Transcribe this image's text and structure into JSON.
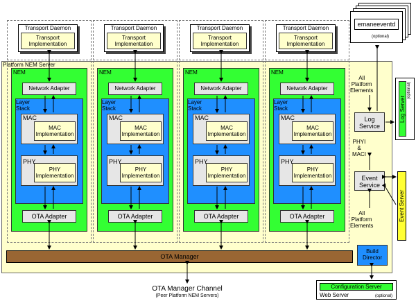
{
  "server": {
    "label": "Platform NEM Server"
  },
  "nems": [
    {
      "transport_title": "Transport Daemon",
      "transport_impl": "Transport\nImplementation",
      "nem": "NEM",
      "network_adapter": "Network Adapter",
      "layer_stack": "Layer\nStack",
      "mac": "MAC",
      "mac_impl": "MAC\nImplementation",
      "phy": "PHY",
      "phy_impl": "PHY\nImplementation",
      "ota_adapter": "OTA Adapter"
    },
    {
      "transport_title": "Transport Daemon",
      "transport_impl": "Transport\nImplementation",
      "nem": "NEM",
      "network_adapter": "Network Adapter",
      "layer_stack": "Layer\nStack",
      "mac": "MAC",
      "mac_impl": "MAC\nImplementation",
      "phy": "PHY",
      "phy_impl": "PHY\nImplementation",
      "ota_adapter": "OTA Adapter"
    },
    {
      "transport_title": "Transport Daemon",
      "transport_impl": "Transport\nImplementation",
      "nem": "NEM",
      "network_adapter": "Network Adapter",
      "layer_stack": "Layer\nStack",
      "mac": "MAC",
      "mac_impl": "MAC\nImplementation",
      "phy": "PHY",
      "phy_impl": "PHY\nImplementation",
      "ota_adapter": "OTA Adapter"
    },
    {
      "transport_title": "Transport Daemon",
      "transport_impl": "Transport\nImplementation",
      "nem": "NEM",
      "network_adapter": "Network Adapter",
      "layer_stack": "Layer\nStack",
      "mac": "MAC",
      "mac_impl": "MAC\nImplementation",
      "phy": "PHY",
      "phy_impl": "PHY\nImplementation",
      "ota_adapter": "OTA Adapter"
    }
  ],
  "ota_manager": "OTA Manager",
  "ota_channel": {
    "title": "OTA Manager Channel",
    "subtitle": "(Peer Platform NEM Servers)"
  },
  "build_director": "Build\nDirector",
  "log_service": "Log\nService",
  "event_service": "Event\nService",
  "all_platform_elements_top": "All\nPlatform\nElements",
  "all_platform_elements_bottom": "All\nPlatform\nElements",
  "phyi_maci": "PHYI\n&\nMACI",
  "log_server": {
    "label": "Log Server",
    "optional": "(optional)"
  },
  "event_server": {
    "label": "Event Server"
  },
  "emaneeventd": {
    "label": "emaneeventd",
    "optional": "(optional)"
  },
  "config_server": {
    "label": "Configuration Server",
    "web": "Web Server",
    "optional": "(optional)"
  },
  "colors": {
    "nem": "#33ff33",
    "stack": "#1f8fff",
    "server": "#ffffcc",
    "ota_manager": "#996633",
    "event_server": "#ffff33",
    "log_server": "#33ff33"
  }
}
